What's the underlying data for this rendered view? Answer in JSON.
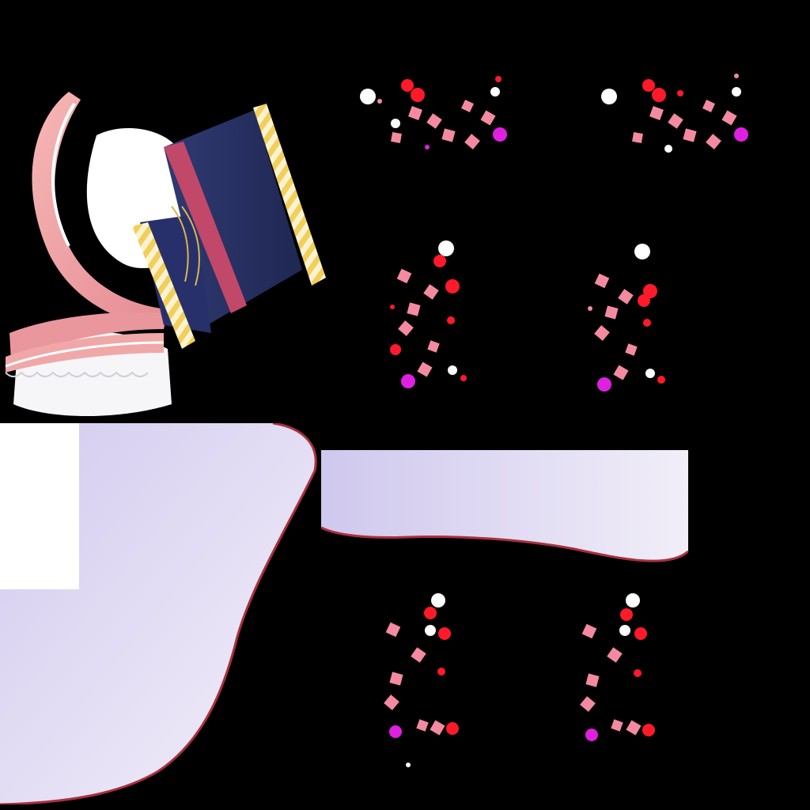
{
  "palette": {
    "background": "#000000",
    "navy": "#2b3566",
    "navy_dark": "#1e2650",
    "pink": "#f0a3a3",
    "pink_dark": "#d9777f",
    "crimson": "#b83a5a",
    "white": "#ffffff",
    "lavender": "#d9d2f0",
    "lavender_light": "#efebf8",
    "edge_red": "#a8303e",
    "gold": "#f2d66a",
    "particle_red": "#ff1a2a",
    "particle_pink": "#f48aa0",
    "particle_magenta": "#e020e0"
  },
  "sprites": [
    {
      "id": "sleeve",
      "icon": "sleeve-cuff-icon"
    },
    {
      "id": "cloth-left",
      "icon": "cloth-panel-icon"
    },
    {
      "id": "cloth-strip",
      "icon": "cloth-strip-icon"
    }
  ],
  "fx_clusters": [
    {
      "id": "fx-1",
      "icon": "sparkle-particles-icon",
      "layout": "horizontal"
    },
    {
      "id": "fx-2",
      "icon": "sparkle-particles-icon",
      "layout": "horizontal"
    },
    {
      "id": "fx-3",
      "icon": "sparkle-particles-icon",
      "layout": "vertical"
    },
    {
      "id": "fx-4",
      "icon": "sparkle-particles-icon",
      "layout": "vertical"
    },
    {
      "id": "fx-5",
      "icon": "sparkle-particles-icon",
      "layout": "vertical"
    },
    {
      "id": "fx-6",
      "icon": "sparkle-particles-icon",
      "layout": "vertical"
    }
  ]
}
